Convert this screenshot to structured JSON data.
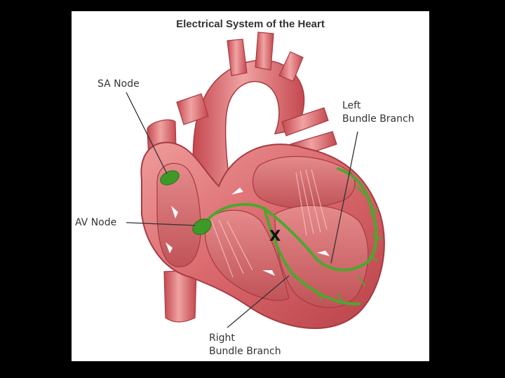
{
  "title": "Electrical System of the Heart",
  "labels": {
    "sa_node": "SA Node",
    "av_node": "AV Node",
    "left_bundle_branch": [
      "Left",
      "Bundle Branch"
    ],
    "right_bundle_branch": [
      "Right",
      "Bundle Branch"
    ]
  },
  "marker": "X",
  "colors": {
    "background": "#000000",
    "panel": "#ffffff",
    "muscle": "#d9686b",
    "muscle_dark": "#b8434a",
    "muscle_light": "#ee9a9a",
    "chamber": "#c85a5e",
    "conduction": "#4aa82e",
    "node": "#3d9a28",
    "leader": "#333333"
  }
}
